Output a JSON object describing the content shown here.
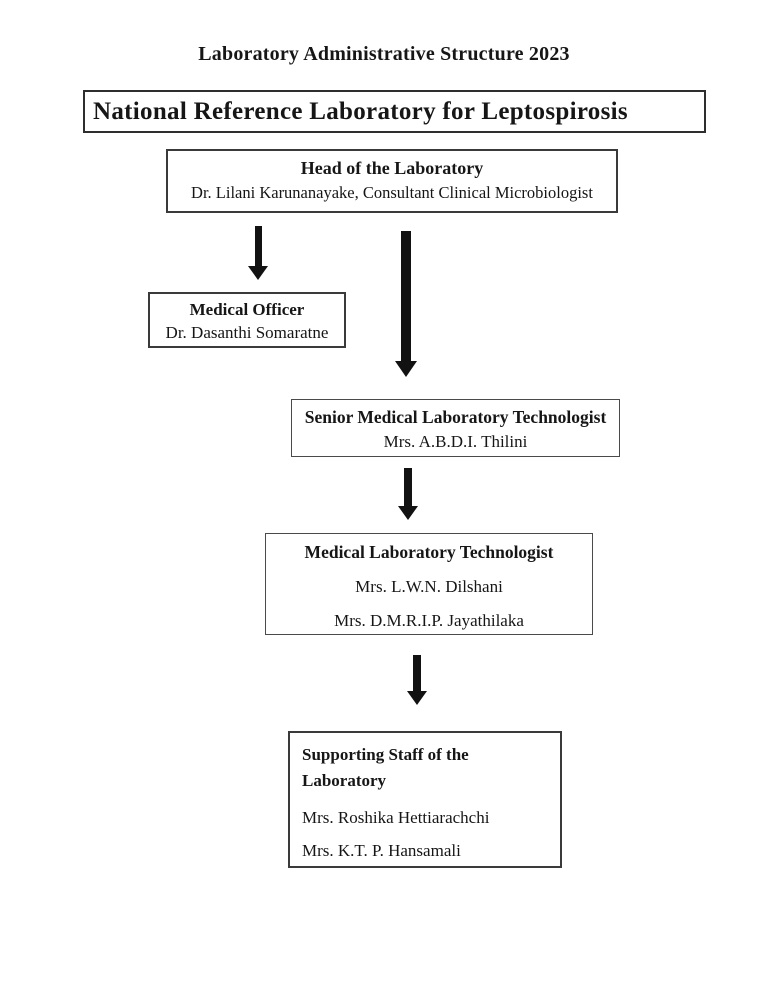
{
  "page": {
    "title": "Laboratory Administrative Structure 2023"
  },
  "org": {
    "root": {
      "title": "National Reference Laboratory for Leptospirosis"
    },
    "head": {
      "title": "Head of the Laboratory",
      "subtitle": "Dr. Lilani Karunanayake, Consultant Clinical Microbiologist"
    },
    "medical_officer": {
      "title": "Medical Officer",
      "members": [
        "Dr. Dasanthi Somaratne"
      ]
    },
    "senior_mlt": {
      "title": "Senior Medical Laboratory Technologist",
      "members": [
        "Mrs. A.B.D.I. Thilini"
      ]
    },
    "mlt": {
      "title": "Medical Laboratory Technologist",
      "members": [
        "Mrs. L.W.N. Dilshani",
        "Mrs. D.M.R.I.P. Jayathilaka"
      ]
    },
    "supporting_staff": {
      "title": "Supporting Staff of the Laboratory",
      "members": [
        "Mrs. Roshika Hettiarachchi",
        "Mrs. K.T. P. Hansamali"
      ]
    }
  },
  "colors": {
    "background": "#ffffff",
    "text": "#161616",
    "box_border": "#3a3a3a",
    "arrow": "#121212"
  }
}
